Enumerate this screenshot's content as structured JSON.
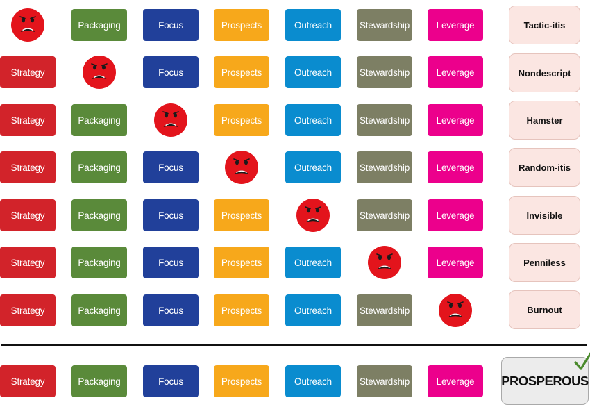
{
  "tiles": [
    {
      "key": "strategy",
      "label": "Strategy",
      "color": "#d2232a"
    },
    {
      "key": "packaging",
      "label": "Packaging",
      "color": "#5a8a3a"
    },
    {
      "key": "focus",
      "label": "Focus",
      "color": "#21409a"
    },
    {
      "key": "prospects",
      "label": "Prospects",
      "color": "#f7a81b"
    },
    {
      "key": "outreach",
      "label": "Outreach",
      "color": "#0a8ccf"
    },
    {
      "key": "stewardship",
      "label": "Stewardship",
      "color": "#7d7f64"
    },
    {
      "key": "leverage",
      "label": "Leverage",
      "color": "#ec008c"
    }
  ],
  "rows": [
    {
      "missing": "strategy",
      "outcome": "Tactic-itis"
    },
    {
      "missing": "packaging",
      "outcome": "Nondescript"
    },
    {
      "missing": "focus",
      "outcome": "Hamster"
    },
    {
      "missing": "prospects",
      "outcome": "Random-itis"
    },
    {
      "missing": "outreach",
      "outcome": "Invisible"
    },
    {
      "missing": "stewardship",
      "outcome": "Penniless"
    },
    {
      "missing": "leverage",
      "outcome": "Burnout"
    }
  ],
  "result": {
    "outcome": "PROSPEROUS",
    "icon": "checkmark-icon",
    "check_color": "#4a8a2c"
  },
  "face": {
    "icon": "angry-face-icon",
    "color": "#e3141c"
  }
}
